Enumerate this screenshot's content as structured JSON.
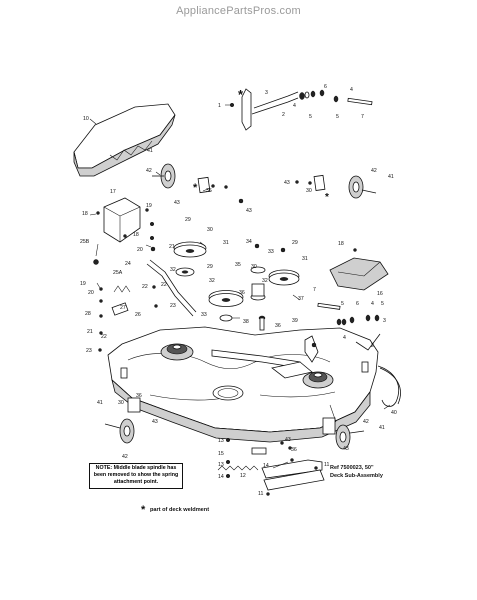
{
  "header": {
    "site": "AppliancePartsPros.com"
  },
  "notes": {
    "middle_spindle": "NOTE: Middle blade spindle has been removed to show the spring attachment point.",
    "reference": "Ref  7500023, 50\"",
    "subassembly": "Deck Sub-Assembly",
    "legend_symbol": "*",
    "legend_text": "part of deck weldment"
  },
  "callouts": {
    "c1": "1",
    "c2": "2",
    "c3": "3",
    "c4": "4",
    "c5": "5",
    "c6": "6",
    "c7": "7",
    "c10": "10",
    "c11a": "11",
    "c11b": "11",
    "c12": "12",
    "c13a": "13",
    "c13b": "13",
    "c14a": "14",
    "c14b": "14",
    "c15": "15",
    "c16": "16",
    "c17": "17",
    "c18a": "18",
    "c18b": "18",
    "c19": "19",
    "c20": "20",
    "c21a": "21",
    "c21b": "21",
    "c22": "22",
    "c23": "23",
    "c24": "24",
    "c25a": "25A",
    "c25b": "25B",
    "c26": "26",
    "c27": "27",
    "c28": "28",
    "c29a": "29",
    "c29b": "29",
    "c30a": "30",
    "c30b": "30",
    "c30c": "30",
    "c31": "31",
    "c32a": "32",
    "c32b": "32",
    "c33a": "33",
    "c33b": "33",
    "c34": "34",
    "c35": "35",
    "c36a": "36",
    "c36b": "36",
    "c37": "37",
    "c38": "38",
    "c39": "39",
    "c40": "40",
    "c41a": "41",
    "c41b": "41",
    "c41c": "41",
    "c41d": "41",
    "c42a": "42",
    "c42b": "42",
    "c42c": "42",
    "c43a": "43",
    "c43b": "43",
    "c43c": "43",
    "c43d": "43"
  }
}
